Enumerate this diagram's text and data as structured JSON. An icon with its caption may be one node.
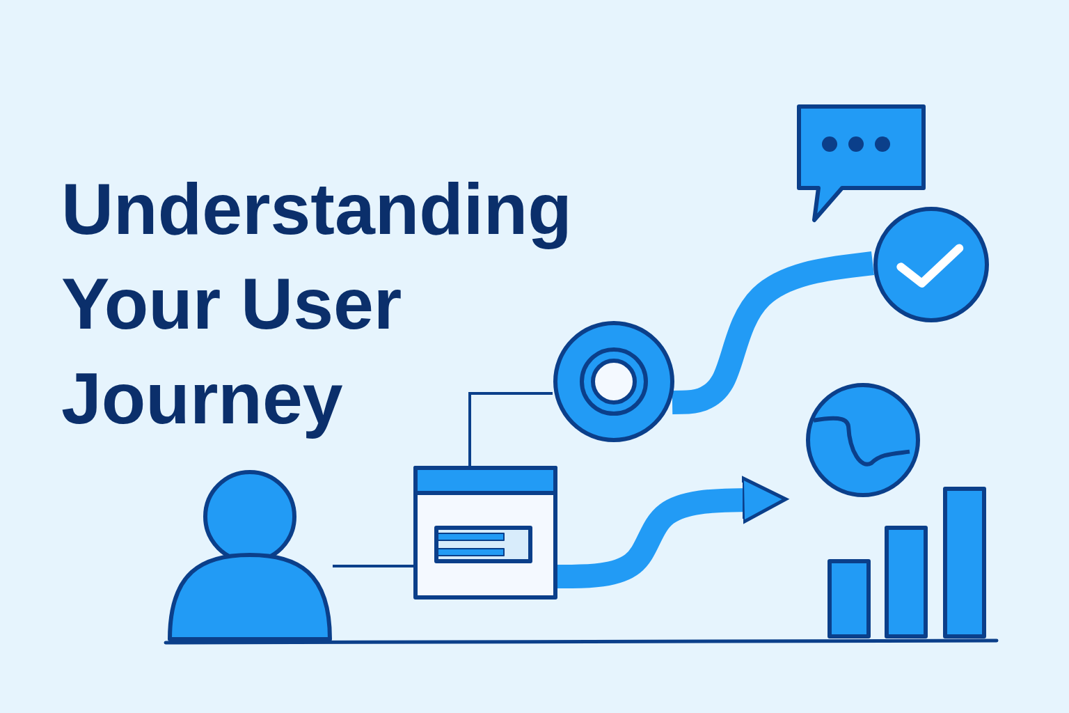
{
  "diagram": {
    "title": "Understanding Your User Journey",
    "nodes": [
      {
        "text": [],
        "shape": "person"
      },
      {
        "text": [],
        "shape": "box"
      },
      {
        "text": [],
        "shape": "circle"
      },
      {
        "text": [],
        "shape": "circle"
      },
      {
        "text": [],
        "shape": "box"
      },
      {
        "text": [],
        "shape": "circle"
      },
      {
        "text": [],
        "shape": "bar"
      }
    ],
    "edges": [
      {
        "from": 0,
        "to": 1,
        "arrow": "none"
      },
      {
        "from": 1,
        "to": 2,
        "arrow": "none"
      },
      {
        "from": 1,
        "to": 5,
        "arrow": "to",
        "style": "thick",
        "color": "#229bf5"
      },
      {
        "from": 2,
        "to": 3,
        "arrow": "none",
        "style": "thick",
        "color": "#229bf5"
      }
    ]
  }
}
